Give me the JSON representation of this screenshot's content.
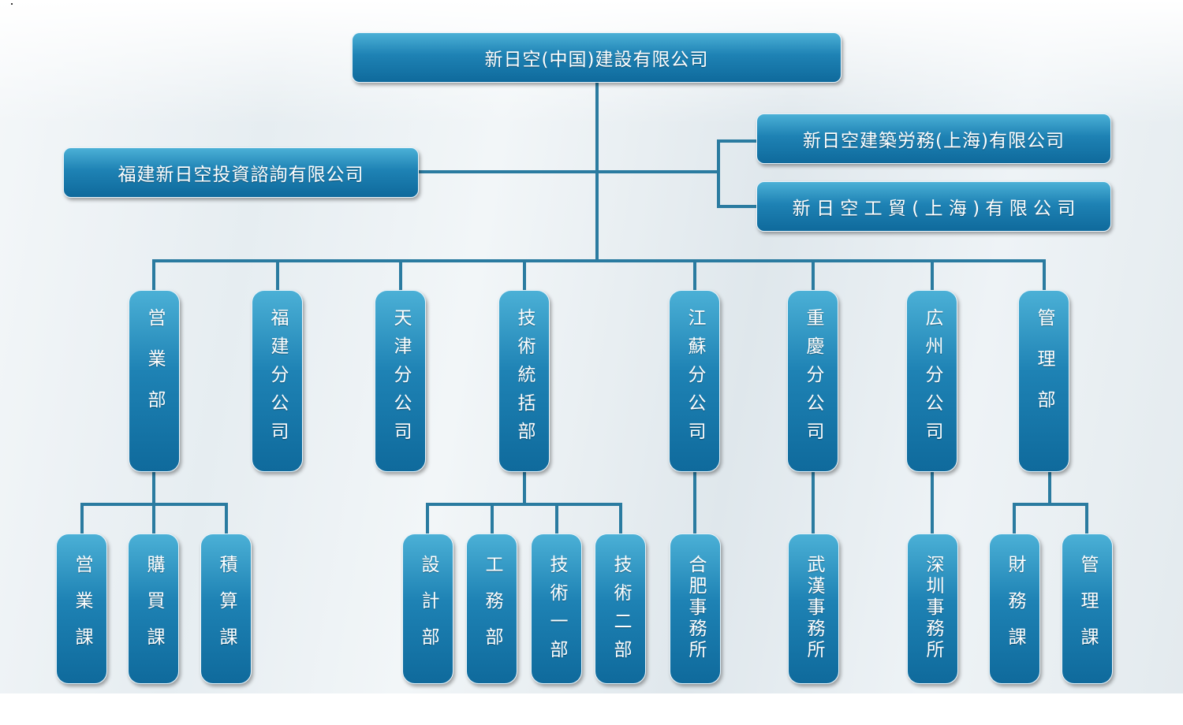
{
  "org_chart": {
    "root": "新日空(中国)建設有限公司",
    "affiliates": {
      "left": "福建新日空投資諮詢有限公司",
      "right_top": "新日空建築労務(上海)有限公司",
      "right_bottom": "新 日 空 工 貿 ( 上 海 ) 有 限 公 司"
    },
    "departments": [
      {
        "label": "営業部",
        "children": [
          "営業課",
          "購買課",
          "積算課"
        ]
      },
      {
        "label": "福建分公司",
        "children": []
      },
      {
        "label": "天津分公司",
        "children": []
      },
      {
        "label": "技術統括部",
        "children": [
          "設計部",
          "工務部",
          "技術一部",
          "技術二部"
        ]
      },
      {
        "label": "江蘇分公司",
        "children": [
          "合肥事務所"
        ]
      },
      {
        "label": "重慶分公司",
        "children": [
          "武漢事務所"
        ]
      },
      {
        "label": "広州分公司",
        "children": [
          "深圳事務所"
        ]
      },
      {
        "label": "管理部",
        "children": [
          "財務課",
          "管理課"
        ]
      }
    ]
  },
  "colors": {
    "box_top": "#4bb0d6",
    "box_bottom": "#0f6a9c",
    "connector": "#2a7ba0"
  }
}
